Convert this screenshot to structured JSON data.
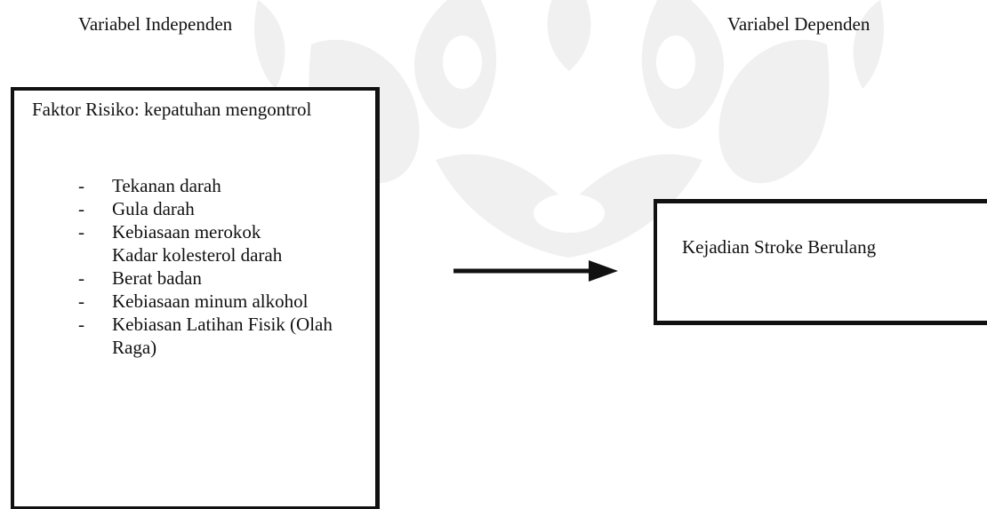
{
  "headings": {
    "left": "Variabel Independen",
    "right": "Variabel Dependen"
  },
  "left_box": {
    "intro": "Faktor Risiko: kepatuhan mengontrol",
    "items": [
      {
        "text": "Tekanan darah",
        "dash": true
      },
      {
        "text": "Gula darah",
        "dash": true
      },
      {
        "text": "Kebiasaan merokok",
        "dash": true
      },
      {
        "text": "Kadar kolesterol darah",
        "dash": false
      },
      {
        "text": "Berat badan",
        "dash": true
      },
      {
        "text": "Kebiasaan minum alkohol",
        "dash": true
      },
      {
        "text": "Kebiasan Latihan Fisik (Olah Raga)",
        "dash": true
      }
    ]
  },
  "right_box": {
    "outcome": "Kejadian Stroke Berulang"
  }
}
